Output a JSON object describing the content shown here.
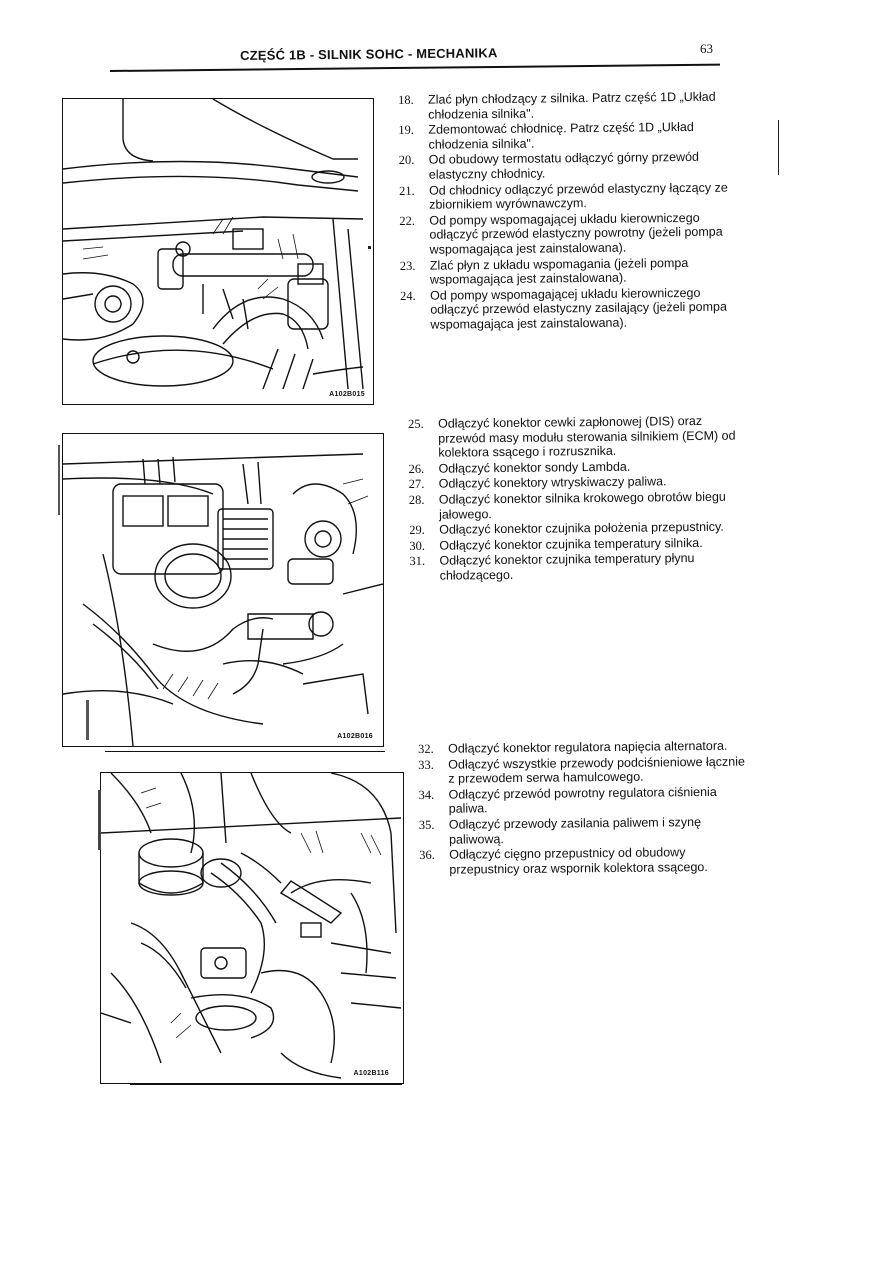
{
  "header": {
    "title": "CZĘŚĆ 1B - SILNIK SOHC - MECHANIKA",
    "page_number": "63"
  },
  "figures": [
    {
      "code": "A102B015"
    },
    {
      "code": "A102B016"
    },
    {
      "code": "A102B116"
    }
  ],
  "steps": [
    {
      "num": "18.",
      "text": "Zlać płyn chłodzący z silnika. Patrz część 1D „Układ chłodzenia silnika\"."
    },
    {
      "num": "19.",
      "text": "Zdemontować chłodnicę. Patrz część 1D „Układ chłodzenia silnika\"."
    },
    {
      "num": "20.",
      "text": "Od obudowy termostatu odłączyć górny przewód elastyczny chłodnicy."
    },
    {
      "num": "21.",
      "text": "Od chłodnicy odłączyć przewód elastyczny łączący ze zbiornikiem wyrównawczym."
    },
    {
      "num": "22.",
      "text": "Od pompy wspomagającej układu kierowniczego odłączyć przewód elastyczny powrotny (jeżeli pompa wspomagająca jest zainstalowana)."
    },
    {
      "num": "23.",
      "text": "Zlać płyn z układu wspomagania (jeżeli pompa wspomagająca jest zainstalowana)."
    },
    {
      "num": "24.",
      "text": "Od pompy wspomagającej układu kierowniczego odłączyć przewód elastyczny zasilający (jeżeli pompa wspomagająca jest zainstalowana)."
    },
    {
      "num": "25.",
      "text": "Odłączyć konektor cewki zapłonowej (DIS) oraz przewód masy modułu sterowania silnikiem (ECM) od kolektora ssącego i rozrusznika."
    },
    {
      "num": "26.",
      "text": "Odłączyć konektor sondy Lambda."
    },
    {
      "num": "27.",
      "text": "Odłączyć konektory wtryskiwaczy paliwa."
    },
    {
      "num": "28.",
      "text": "Odłączyć konektor silnika krokowego obrotów biegu jałowego."
    },
    {
      "num": "29.",
      "text": "Odłączyć konektor czujnika położenia przepustnicy."
    },
    {
      "num": "30.",
      "text": "Odłączyć konektor czujnika temperatury silnika."
    },
    {
      "num": "31.",
      "text": "Odłączyć konektor czujnika temperatury płynu chłodzącego."
    },
    {
      "num": "32.",
      "text": "Odłączyć konektor regulatora napięcia alternatora."
    },
    {
      "num": "33.",
      "text": "Odłączyć wszystkie przewody podciśnieniowe łącznie z przewodem serwa hamulcowego."
    },
    {
      "num": "34.",
      "text": "Odłączyć przewód powrotny regulatora ciśnienia paliwa."
    },
    {
      "num": "35.",
      "text": "Odłączyć przewody zasilania paliwem i szynę paliwową."
    },
    {
      "num": "36.",
      "text": "Odłączyć cięgno przepustnicy od obudowy przepustnicy oraz wspornik kolektora ssącego."
    }
  ]
}
